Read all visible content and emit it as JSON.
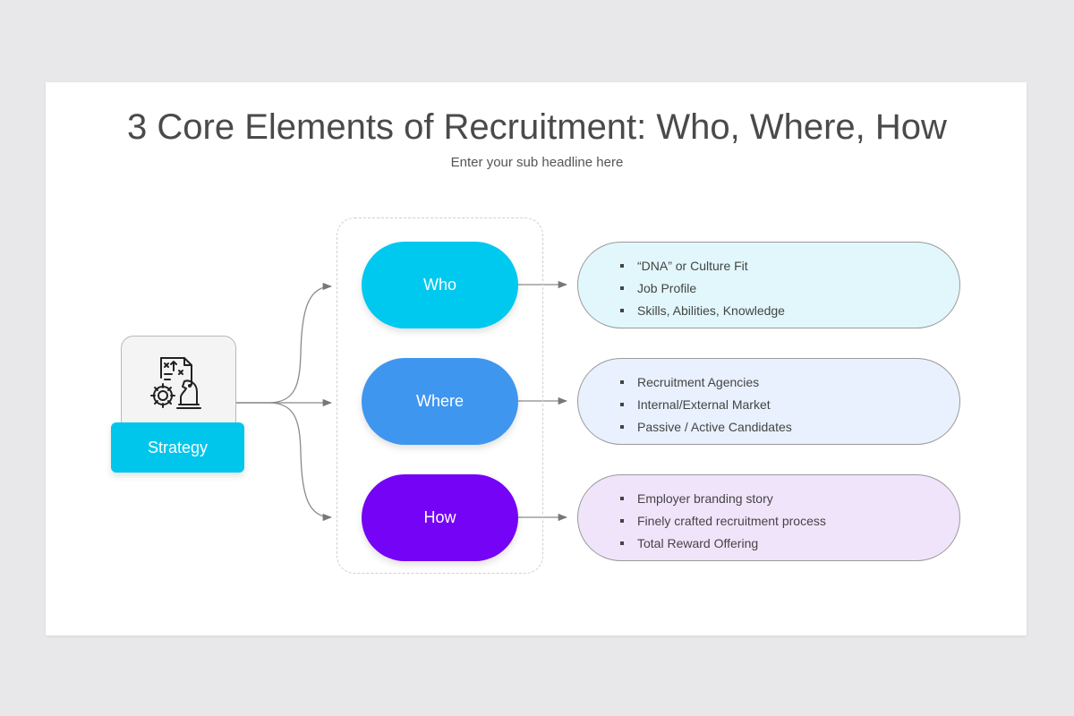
{
  "header": {
    "title": "3 Core Elements of Recruitment: Who, Where, How",
    "subtitle": "Enter your sub headline here"
  },
  "strategy": {
    "icon": "strategy-chess-gear-icon",
    "label": "Strategy",
    "color": "#00c6ec"
  },
  "elements": [
    {
      "label": "Who",
      "color": "#00c9ef",
      "detail_bg": "#e2f7fc",
      "items": [
        "“DNA” or Culture Fit",
        "Job Profile",
        "Skills, Abilities, Knowledge"
      ]
    },
    {
      "label": "Where",
      "color": "#3f96ef",
      "detail_bg": "#e8f1fd",
      "items": [
        "Recruitment Agencies",
        "Internal/External Market",
        "Passive / Active Candidates"
      ]
    },
    {
      "label": "How",
      "color": "#7503f5",
      "detail_bg": "#f0e4fb",
      "items": [
        "Employer branding story",
        "Finely crafted recruitment process",
        "Total Reward Offering"
      ]
    }
  ]
}
